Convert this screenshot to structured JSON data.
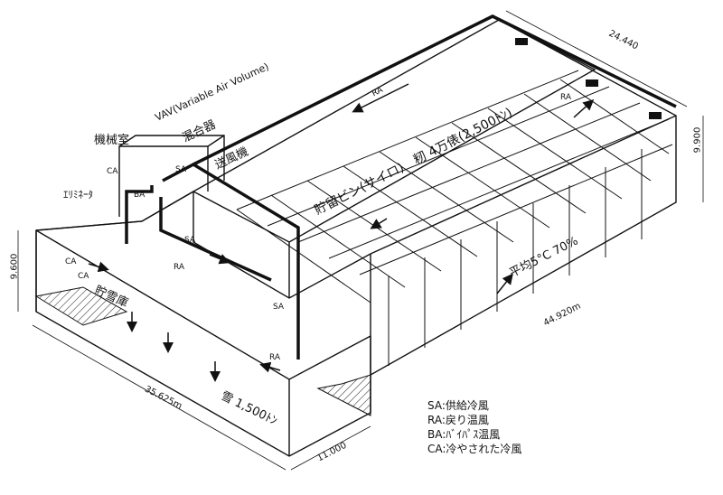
{
  "labels": {
    "machine_room": "機械室",
    "vav": "VAV(Variable Air Volume)",
    "mixer": "混合器",
    "blower": "送風機",
    "eliminator": "ｴﾘﾐﾈｰﾀ",
    "snow_storage": "貯雪庫",
    "silo": "貯留ビン(サイロ)　籾 4万俵(2,500ﾄﾝ)",
    "average": "平均5°C 70%",
    "snow": "雪 1,500ﾄﾝ"
  },
  "flow_tags": {
    "ra_top": "RA",
    "ra_right": "RA",
    "ra_mid": "RA",
    "ra_lower": "RA",
    "sa_mid": "SA",
    "sa_room": "SA",
    "sa_low": "SA",
    "ca_room": "CA",
    "ca_left": "CA",
    "ca_lower": "CA",
    "ba": "BA"
  },
  "dimensions": {
    "width_top": "24.440",
    "height_right": "9.900",
    "height_left": "9.600",
    "length_inner": "44.920m",
    "length_bottom": "35.625m",
    "depth_bottom": "11.000"
  },
  "legend": [
    "SA:供給冷風",
    "RA:戻り温風",
    "BA:ﾊﾞｲﾊﾟｽ温風",
    "CA:冷やされた冷風"
  ]
}
